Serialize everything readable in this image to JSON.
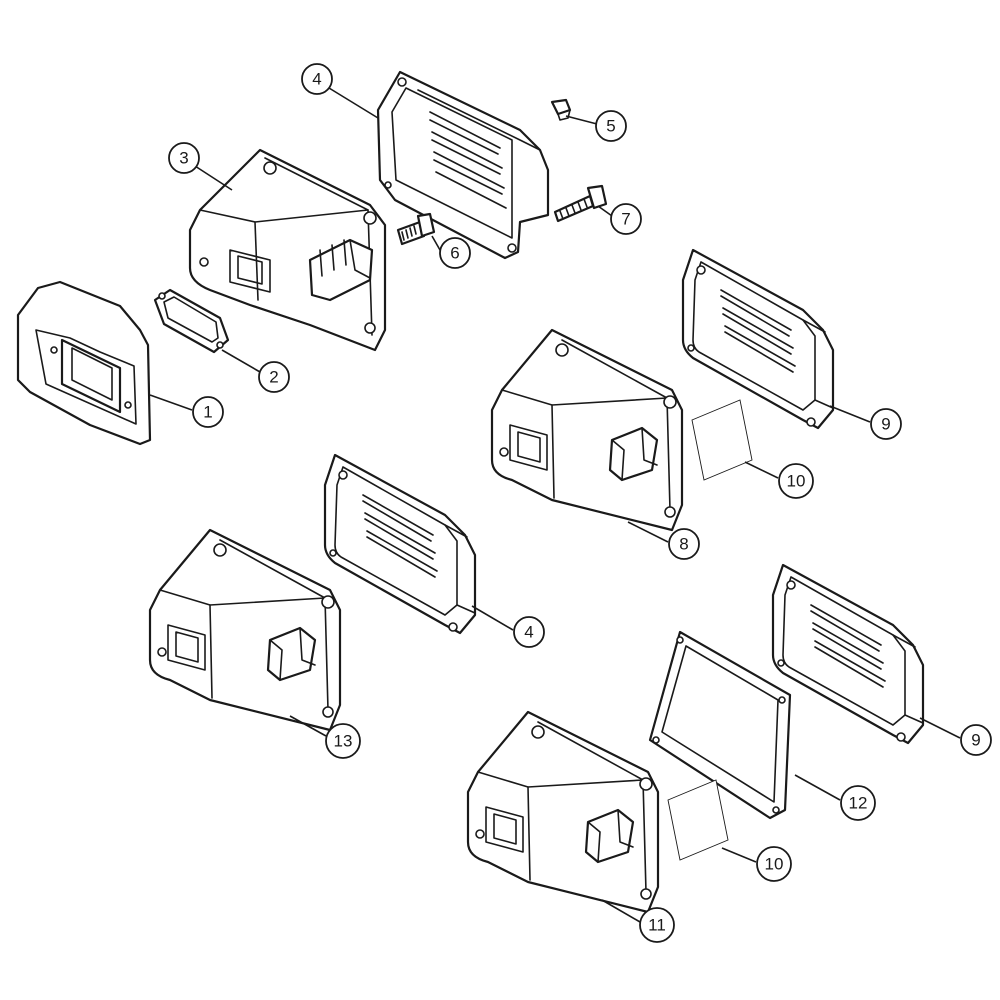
{
  "diagram": {
    "callouts": [
      {
        "id": "c1",
        "label": "1"
      },
      {
        "id": "c2",
        "label": "2"
      },
      {
        "id": "c3",
        "label": "3"
      },
      {
        "id": "c4a",
        "label": "4"
      },
      {
        "id": "c5",
        "label": "5"
      },
      {
        "id": "c6",
        "label": "6"
      },
      {
        "id": "c7",
        "label": "7"
      },
      {
        "id": "c8",
        "label": "8"
      },
      {
        "id": "c9a",
        "label": "9"
      },
      {
        "id": "c10a",
        "label": "10"
      },
      {
        "id": "c4b",
        "label": "4"
      },
      {
        "id": "c13",
        "label": "13"
      },
      {
        "id": "c9b",
        "label": "9"
      },
      {
        "id": "c12",
        "label": "12"
      },
      {
        "id": "c10b",
        "label": "10"
      },
      {
        "id": "c11",
        "label": "11"
      }
    ]
  }
}
